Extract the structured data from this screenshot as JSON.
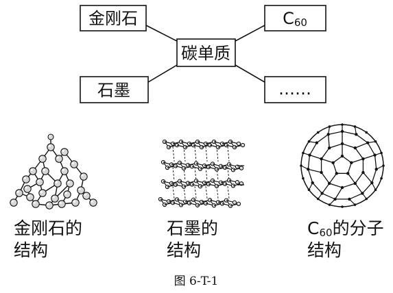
{
  "diagram": {
    "center_label": "碳单质",
    "boxes": {
      "diamond": "金刚石",
      "graphite": "石墨",
      "c60_main": "C",
      "c60_sub": "60",
      "more": "……"
    }
  },
  "structures": {
    "diamond": {
      "line1": "金刚石的",
      "line2": "结构"
    },
    "graphite": {
      "line1": "石墨的",
      "line2": "结构"
    },
    "c60": {
      "main": "C",
      "sub": "60",
      "rest": "的分子",
      "line2": "结构"
    }
  },
  "figure_caption": "图 6-T-1"
}
